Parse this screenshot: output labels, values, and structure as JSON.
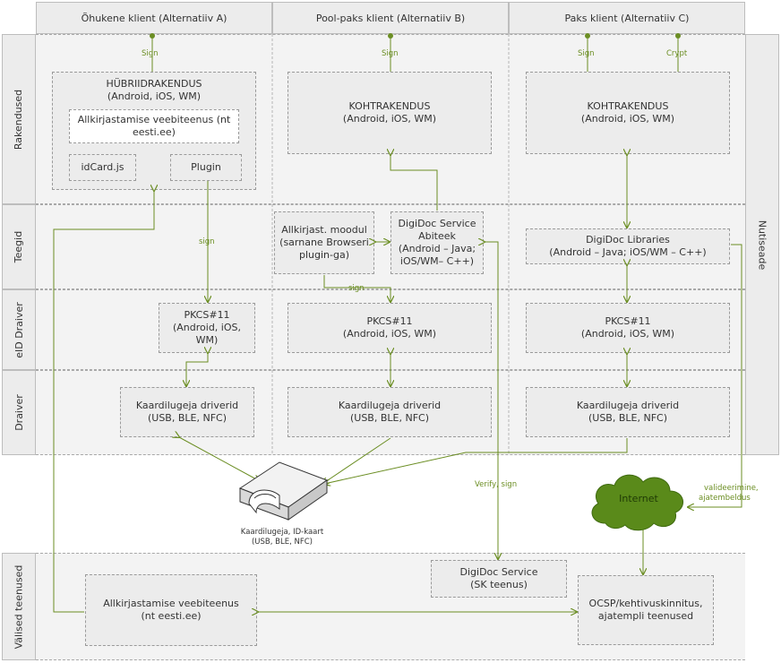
{
  "columns": [
    "Õhukene klient (Alternatiiv A)",
    "Pool-paks klient (Alternatiiv B)",
    "Paks klient (Alternatiiv C)"
  ],
  "rows": [
    "Rakendused",
    "Teegid",
    "eID Draiver",
    "Draiver"
  ],
  "side_label": "Nutiseade",
  "services_label": "Välised teenused",
  "colA": {
    "hybrid_title": "HÜBRIIDRAKENDUS",
    "hybrid_sub": "(Android, iOS, WM)",
    "webservice": "Allkirjastamise veebiteenus (nt eesti.ee)",
    "idcard": "idCard.js",
    "plugin": "Plugin",
    "pkcs_title": "PKCS#11",
    "pkcs_sub": "(Android, iOS, WM)",
    "drivers_title": "Kaardilugeja driverid",
    "drivers_sub": "(USB, BLE, NFC)"
  },
  "colB": {
    "app_title": "KOHTRAKENDUS",
    "app_sub": "(Android, iOS, WM)",
    "module": "Allkirjast. moodul (sarnane Browseri plugin-ga)",
    "dd_title": "DigiDoc Service Abiteek",
    "dd_sub": "(Android – Java; iOS/WM– C++)",
    "pkcs_title": "PKCS#11",
    "pkcs_sub": "(Android, iOS, WM)",
    "drivers_title": "Kaardilugeja driverid",
    "drivers_sub": "(USB, BLE, NFC)"
  },
  "colC": {
    "app_title": "KOHTRAKENDUS",
    "app_sub": "(Android, iOS, WM)",
    "lib_title": "DigiDoc Libraries",
    "lib_sub": "(Android – Java; iOS/WM – C++)",
    "pkcs_title": "PKCS#11",
    "pkcs_sub": "(Android, iOS, WM)",
    "drivers_title": "Kaardilugeja driverid",
    "drivers_sub": "(USB, BLE, NFC)"
  },
  "edge_labels": {
    "sign_a": "Sign",
    "sign_b": "Sign",
    "sign_c": "Sign",
    "crypt_c": "Crypt",
    "sign_plugin": "sign",
    "sign_module": "sign",
    "verify_sign": "Verify, sign",
    "validation_line1": "valideerimine,",
    "validation_line2": "ajatembeldus"
  },
  "reader_caption_line1": "Kaardilugeja, ID-kaart",
  "reader_caption_line2": "(USB, BLE, NFC)",
  "internet": "Internet",
  "services": {
    "web_title": "Allkirjastamise veebiteenus",
    "web_sub": "(nt eesti.ee)",
    "dds_title": "DigiDoc Service",
    "dds_sub": "(SK teenus)",
    "ocsp_title": "OCSP/kehtivuskinnitus,",
    "ocsp_sub": "ajatempli teenused"
  },
  "colors": {
    "line": "#6b8e23",
    "box": "#ececec",
    "cloud": "#5a8a1a"
  }
}
